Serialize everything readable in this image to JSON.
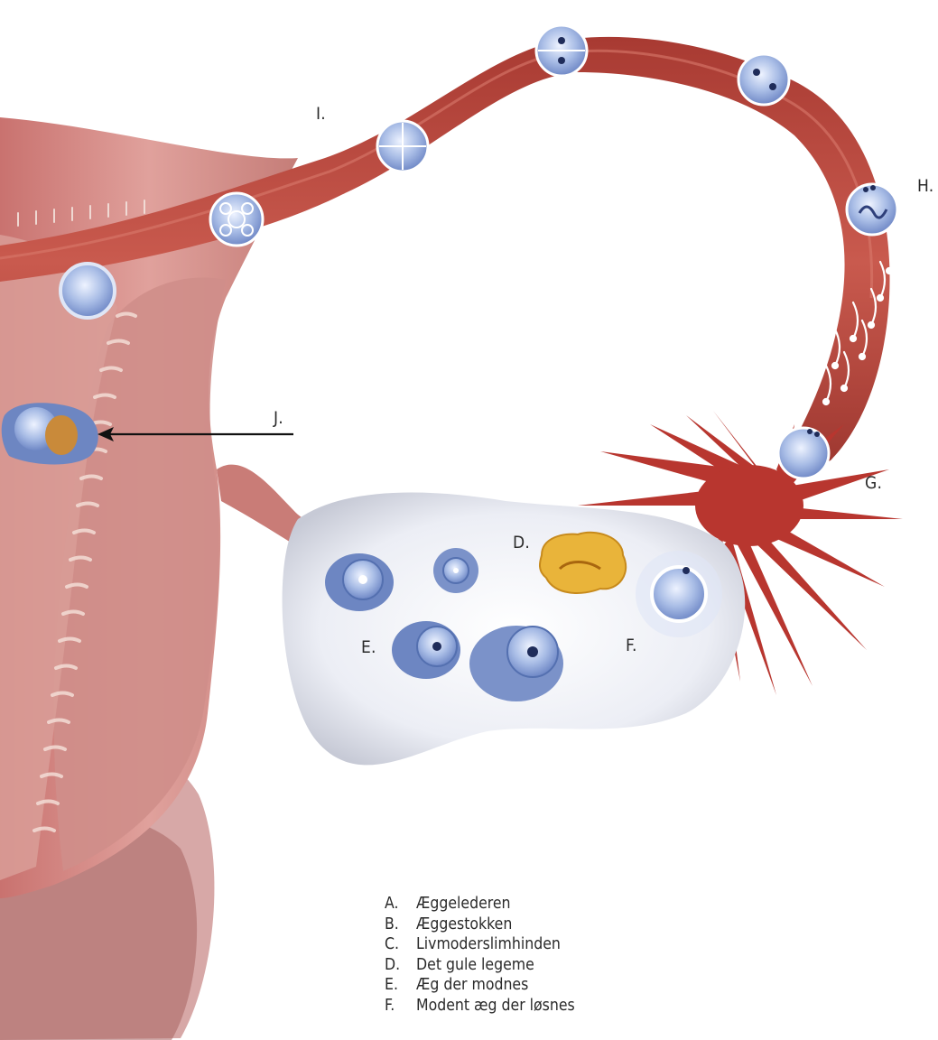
{
  "labels": {
    "d": "D.",
    "e": "E.",
    "f": "F.",
    "g": "G.",
    "h": "H.",
    "i": "I.",
    "j": "J."
  },
  "legend": [
    {
      "key": "A.",
      "text": "Æggelederen"
    },
    {
      "key": "B.",
      "text": "Æggestokken"
    },
    {
      "key": "C.",
      "text": "Livmoderslimhinden"
    },
    {
      "key": "D.",
      "text": "Det gule legeme"
    },
    {
      "key": "E.",
      "text": "Æg der modnes"
    },
    {
      "key": "F.",
      "text": "Modent æg der løsnes"
    }
  ],
  "colors": {
    "tube": "#b8463c",
    "uterus": "#d98a86",
    "ovary": "#dfe1ea",
    "egg": "#8ea6d8",
    "corpus_luteum": "#e9b43a"
  }
}
